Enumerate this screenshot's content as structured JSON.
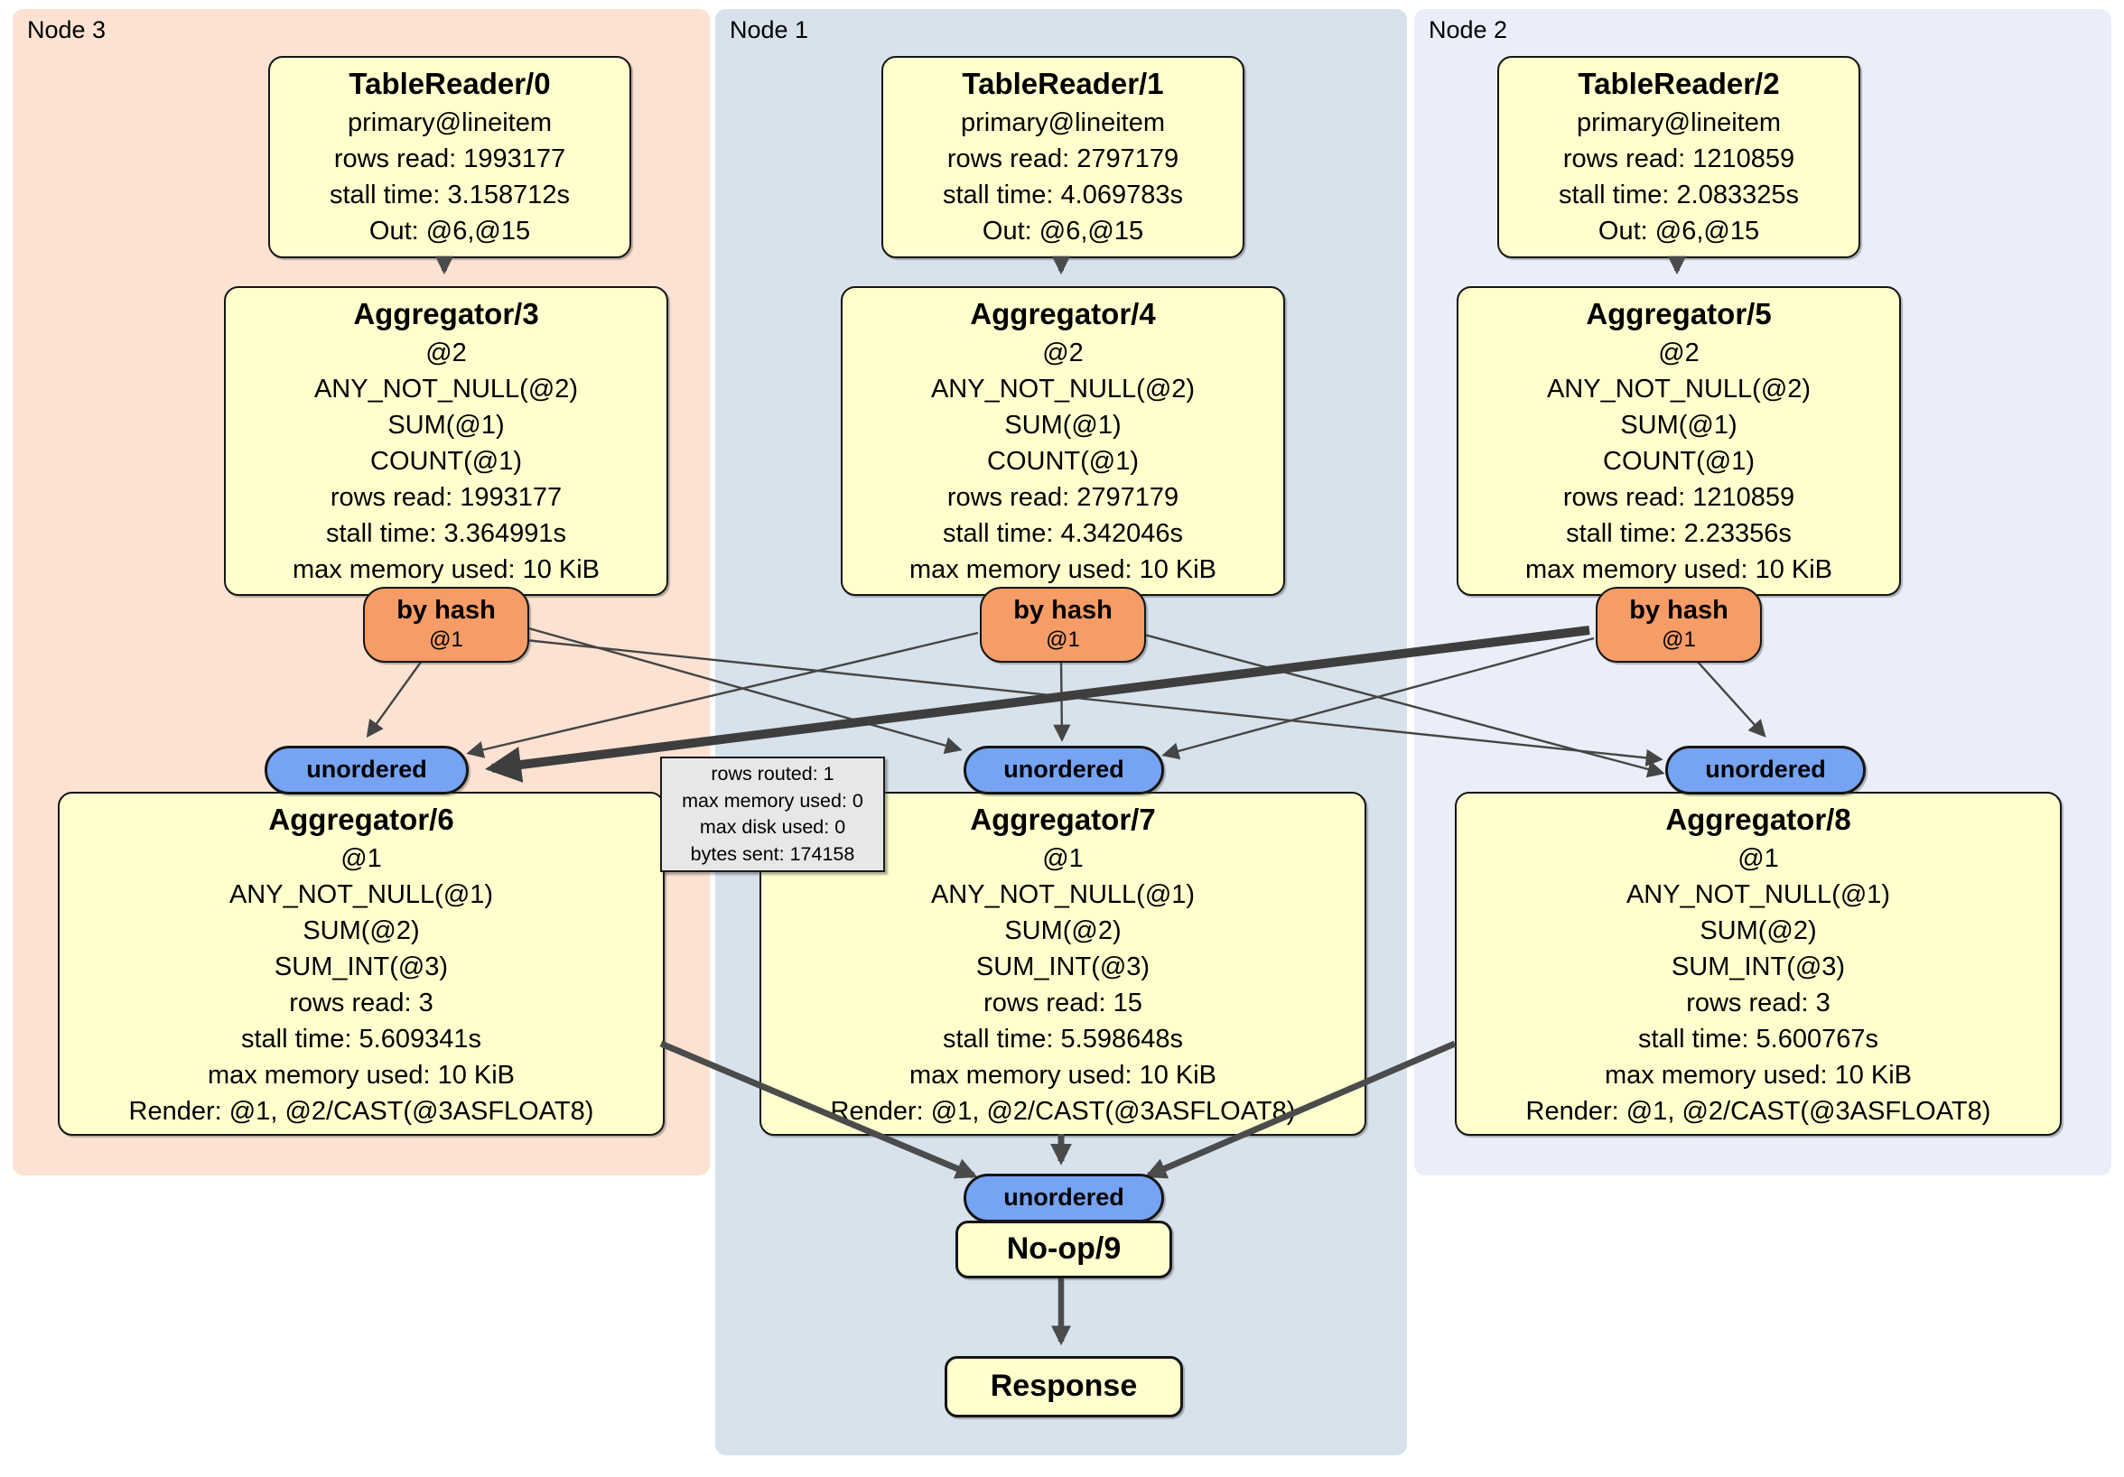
{
  "colors": {
    "node3_bg": "#fbe2d2",
    "node1_bg": "#d7e2ec",
    "node2_bg": "#e9eef8",
    "processor_fill": "#ffffcd",
    "router_fill": "#f69c66",
    "sync_fill": "#76a3f2",
    "edge": "#454545",
    "tooltip_bg": "#e7e7e7"
  },
  "tooltip": {
    "lines": [
      "rows routed: 1",
      "max memory used: 0",
      "max disk used: 0",
      "bytes sent: 174158"
    ]
  },
  "final": {
    "sync_label": "unordered",
    "noop_title": "No-op/9",
    "response_title": "Response"
  },
  "nodes": [
    {
      "name": "Node 3",
      "table_reader": {
        "title": "TableReader/0",
        "lines": [
          "primary@lineitem",
          "rows read: 1993177",
          "stall time: 3.158712s",
          "Out: @6,@15"
        ]
      },
      "aggregator_top": {
        "title": "Aggregator/3",
        "lines": [
          "@2",
          "ANY_NOT_NULL(@2)",
          "SUM(@1)",
          "COUNT(@1)",
          "rows read: 1993177",
          "stall time: 3.364991s",
          "max memory used: 10 KiB"
        ]
      },
      "router": {
        "label": "by hash",
        "detail": "@1"
      },
      "sync": {
        "label": "unordered"
      },
      "aggregator_bottom": {
        "title": "Aggregator/6",
        "lines": [
          "@1",
          "ANY_NOT_NULL(@1)",
          "SUM(@2)",
          "SUM_INT(@3)",
          "rows read: 3",
          "stall time: 5.609341s",
          "max memory used: 10 KiB",
          "Render: @1, @2/CAST(@3ASFLOAT8)"
        ]
      }
    },
    {
      "name": "Node 1",
      "table_reader": {
        "title": "TableReader/1",
        "lines": [
          "primary@lineitem",
          "rows read: 2797179",
          "stall time: 4.069783s",
          "Out: @6,@15"
        ]
      },
      "aggregator_top": {
        "title": "Aggregator/4",
        "lines": [
          "@2",
          "ANY_NOT_NULL(@2)",
          "SUM(@1)",
          "COUNT(@1)",
          "rows read: 2797179",
          "stall time: 4.342046s",
          "max memory used: 10 KiB"
        ]
      },
      "router": {
        "label": "by hash",
        "detail": "@1"
      },
      "sync": {
        "label": "unordered"
      },
      "aggregator_bottom": {
        "title": "Aggregator/7",
        "lines": [
          "@1",
          "ANY_NOT_NULL(@1)",
          "SUM(@2)",
          "SUM_INT(@3)",
          "rows read: 15",
          "stall time: 5.598648s",
          "max memory used: 10 KiB",
          "Render: @1, @2/CAST(@3ASFLOAT8)"
        ]
      }
    },
    {
      "name": "Node 2",
      "table_reader": {
        "title": "TableReader/2",
        "lines": [
          "primary@lineitem",
          "rows read: 1210859",
          "stall time: 2.083325s",
          "Out: @6,@15"
        ]
      },
      "aggregator_top": {
        "title": "Aggregator/5",
        "lines": [
          "@2",
          "ANY_NOT_NULL(@2)",
          "SUM(@1)",
          "COUNT(@1)",
          "rows read: 1210859",
          "stall time: 2.23356s",
          "max memory used: 10 KiB"
        ]
      },
      "router": {
        "label": "by hash",
        "detail": "@1"
      },
      "sync": {
        "label": "unordered"
      },
      "aggregator_bottom": {
        "title": "Aggregator/8",
        "lines": [
          "@1",
          "ANY_NOT_NULL(@1)",
          "SUM(@2)",
          "SUM_INT(@3)",
          "rows read: 3",
          "stall time: 5.600767s",
          "max memory used: 10 KiB",
          "Render: @1, @2/CAST(@3ASFLOAT8)"
        ]
      }
    }
  ]
}
